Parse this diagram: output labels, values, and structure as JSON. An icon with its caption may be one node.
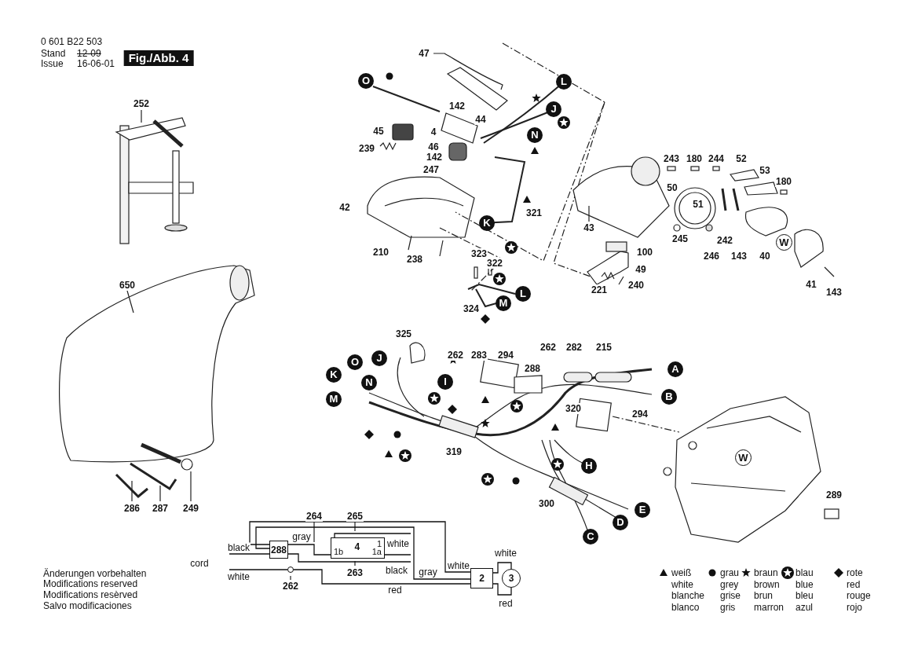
{
  "diagram": {
    "nodes": [
      {
        "text": [
          "288"
        ]
      },
      {
        "text": [
          "4",
          "1",
          "1b",
          "1a"
        ]
      },
      {
        "text": [
          "2"
        ]
      },
      {
        "text": [
          "3"
        ]
      },
      {
        "text": [],
        "shape": "circle"
      },
      {
        "text": [
          "W"
        ]
      },
      {
        "text": [
          "W"
        ]
      }
    ],
    "edges": [
      {
        "from": null,
        "to": 0,
        "arrow": "none",
        "label": "black"
      },
      {
        "from": null,
        "to": 4,
        "arrow": "none",
        "label": "white"
      },
      {
        "from": 4,
        "to": 2,
        "arrow": "none",
        "label": "red"
      },
      {
        "from": 0,
        "to": 1,
        "arrow": "none",
        "label": "gray"
      },
      {
        "from": 0,
        "to": 2,
        "arrow": "none",
        "label": "white"
      },
      {
        "from": 0,
        "to": 2,
        "arrow": "none",
        "label": "gray"
      },
      {
        "from": 0,
        "to": null,
        "arrow": "none",
        "label": "black"
      },
      {
        "from": 1,
        "to": null,
        "arrow": "none"
      },
      {
        "from": 1,
        "to": null,
        "arrow": "none",
        "label": "white"
      },
      {
        "from": 2,
        "to": 3,
        "arrow": "none",
        "label": "white"
      },
      {
        "from": 2,
        "to": 3,
        "arrow": "none",
        "label": "red"
      }
    ],
    "labels": [
      "0 601 B22 503",
      "Stand",
      "12-09",
      "Fig./Abb. 4",
      "Issue",
      "16-06-01",
      "47",
      "O",
      "L",
      "252",
      "142",
      "J",
      "44",
      "45",
      "4",
      "N",
      "239",
      "46",
      "142",
      "243",
      "180",
      "244",
      "52",
      "247",
      "53",
      "180",
      "50",
      "51",
      "42",
      "321",
      "K",
      "43",
      "245",
      "242",
      "210",
      "238",
      "323",
      "322",
      "100",
      "246",
      "143",
      "40",
      "49",
      "650",
      "L",
      "221",
      "240",
      "41",
      "143",
      "324",
      "M",
      "325",
      "262",
      "282",
      "215",
      "262",
      "283",
      "294",
      "J",
      "O",
      "288",
      "A",
      "K",
      "N",
      "I",
      "M",
      "B",
      "320",
      "294",
      "319",
      "H",
      "289",
      "300",
      "286",
      "287",
      "249",
      "E",
      "264",
      "265",
      "D",
      "C",
      "cord",
      "Änderungen vorbehalten",
      "263",
      "Modifications reserved",
      "262",
      "Modifications resèrved",
      "Salvo modificaciones"
    ],
    "legend": [
      {
        "text": "weiß white blanche blanco"
      },
      {
        "text": "grau grey grise gris"
      },
      {
        "text": "braun brown brun marron"
      },
      {
        "text": "blau blue bleu azul"
      },
      {
        "text": "rote red rouge rojo"
      }
    ]
  }
}
